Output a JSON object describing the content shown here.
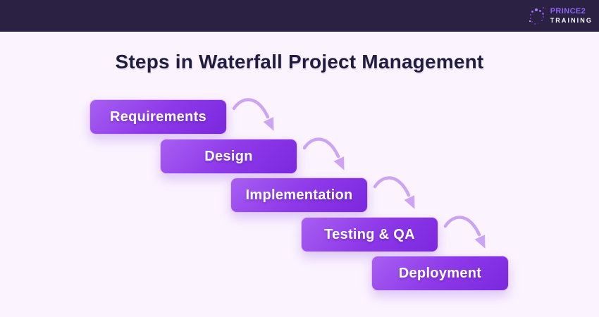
{
  "header": {
    "logo": {
      "brand": "PRINCE2",
      "tagline": "TRAINING",
      "icon": "dotted-circle-icon"
    }
  },
  "title": "Steps in Waterfall Project Management",
  "steps": [
    {
      "label": "Requirements"
    },
    {
      "label": "Design"
    },
    {
      "label": "Implementation"
    },
    {
      "label": "Testing & QA"
    },
    {
      "label": "Deployment"
    }
  ],
  "arrows": {
    "icon": "curved-arrow-icon",
    "count": 4
  },
  "colors": {
    "header_bg": "#2B2143",
    "page_bg": "#FBF4FE",
    "box_gradient_start": "#A85FF2",
    "box_gradient_end": "#7B28DF",
    "box_border": "#E1C7FA",
    "box_text": "#FFFFFF",
    "arrow": "#CDA4F3",
    "title_text": "#211D3E",
    "brand_purple": "#8F65F2",
    "tagline_white": "#FFFFFF"
  }
}
